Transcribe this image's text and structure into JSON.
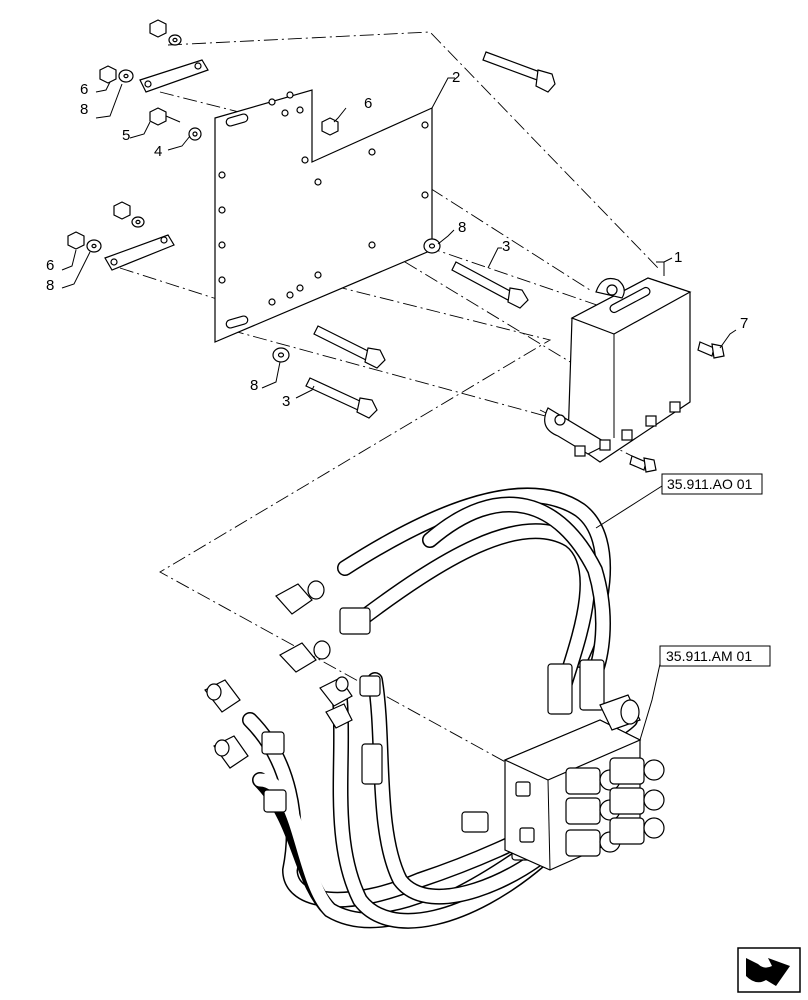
{
  "callouts": {
    "c1": "1",
    "c2": "2",
    "c3a": "3",
    "c3b": "3",
    "c4": "4",
    "c5": "5",
    "c6a": "6",
    "c6b": "6",
    "c6c": "6",
    "c7": "7",
    "c8a": "8",
    "c8b": "8",
    "c8c": "8",
    "c8d": "8"
  },
  "references": {
    "ref_ao": "35.911.AO 01",
    "ref_am": "35.911.AM 01"
  },
  "nav_icon": "next-page-arrow-icon"
}
